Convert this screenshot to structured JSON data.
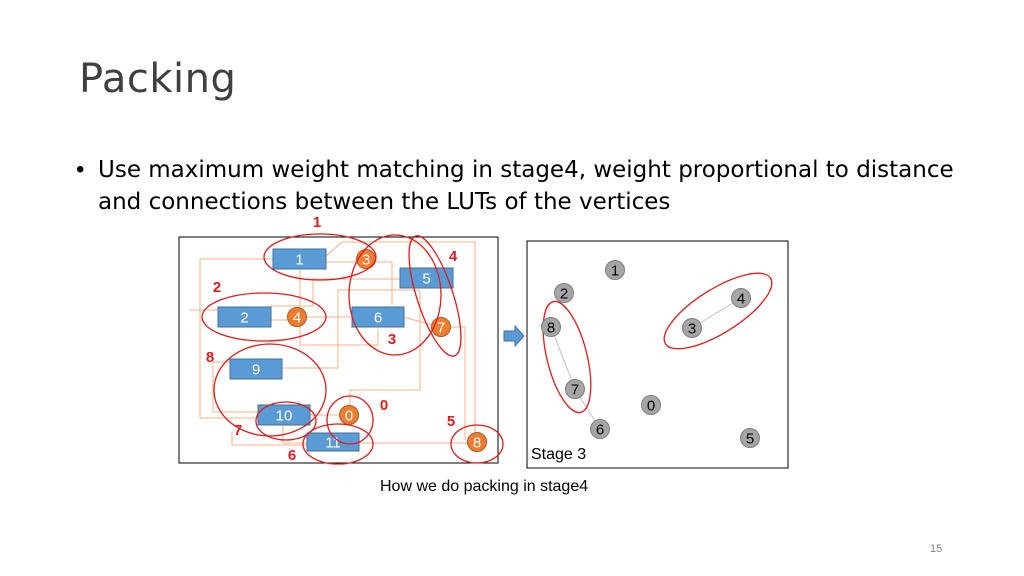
{
  "slide": {
    "title": "Packing",
    "bullet": "Use maximum weight matching in stage4, weight proportional to distance and connections between the LUTs of the vertices",
    "caption": "How we do packing in stage4",
    "page_number": "15"
  },
  "left_panel": {
    "rects": [
      "1",
      "5",
      "2",
      "6",
      "9",
      "10",
      "11"
    ],
    "orange_nodes": [
      "3",
      "4",
      "7",
      "0",
      "8"
    ],
    "cluster_labels": [
      "1",
      "4",
      "2",
      "3",
      "8",
      "0",
      "5",
      "7",
      "6"
    ]
  },
  "right_panel": {
    "stage_label": "Stage 3",
    "nodes": [
      "1",
      "2",
      "4",
      "8",
      "3",
      "7",
      "0",
      "6",
      "5"
    ]
  },
  "colors": {
    "rect_blue": "#5b9bd5",
    "node_orange": "#ed7d31",
    "node_grey": "#a5a5a5",
    "ellipse_red": "#e01b1b",
    "wire_tan": "#f4b183"
  }
}
